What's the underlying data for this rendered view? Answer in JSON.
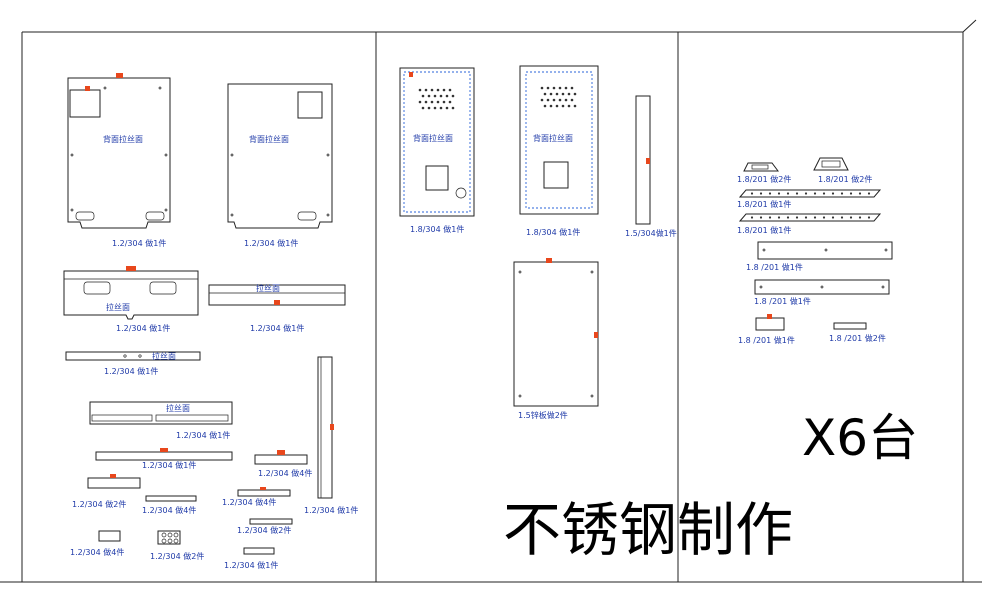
{
  "colors": {
    "line": "#222222",
    "blue": "#1f3aa8",
    "mark": "#e8471c"
  },
  "surface_label": "背面拉丝面",
  "surface_label_short": "拉丝面",
  "left_panel": {
    "labels": [
      "1.2/304 做1件",
      "1.2/304 做1件",
      "1.2/304 做1件",
      "1.2/304 做1件",
      "1.2/304 做1件",
      "1.2/304 做1件",
      "1.2/304 做1件",
      "1.2/304 做4件",
      "1.2/304 做2件",
      "1.2/304 做4件",
      "1.2/304 做4件",
      "1.2/304 做1件",
      "1.2/304 做2件",
      "1.2/304 做4件",
      "1.2/304 做2件",
      "1.2/304 做1件"
    ]
  },
  "middle_panel": {
    "labels": [
      "1.8/304 做1件",
      "1.8/304 做1件",
      "1.5/304做1件",
      "1.5锌板做2件"
    ]
  },
  "right_panel": {
    "labels": [
      "1.8/201 做2件",
      "1.8/201 做2件",
      "1.8/201 做1件",
      "1.8/201 做1件",
      "1.8 /201 做1件",
      "1.8 /201 做1件",
      "1.8 /201 做1件",
      "1.8 /201 做2件"
    ]
  },
  "headline": {
    "quantity": "X6台",
    "title": "不锈钢制作"
  }
}
